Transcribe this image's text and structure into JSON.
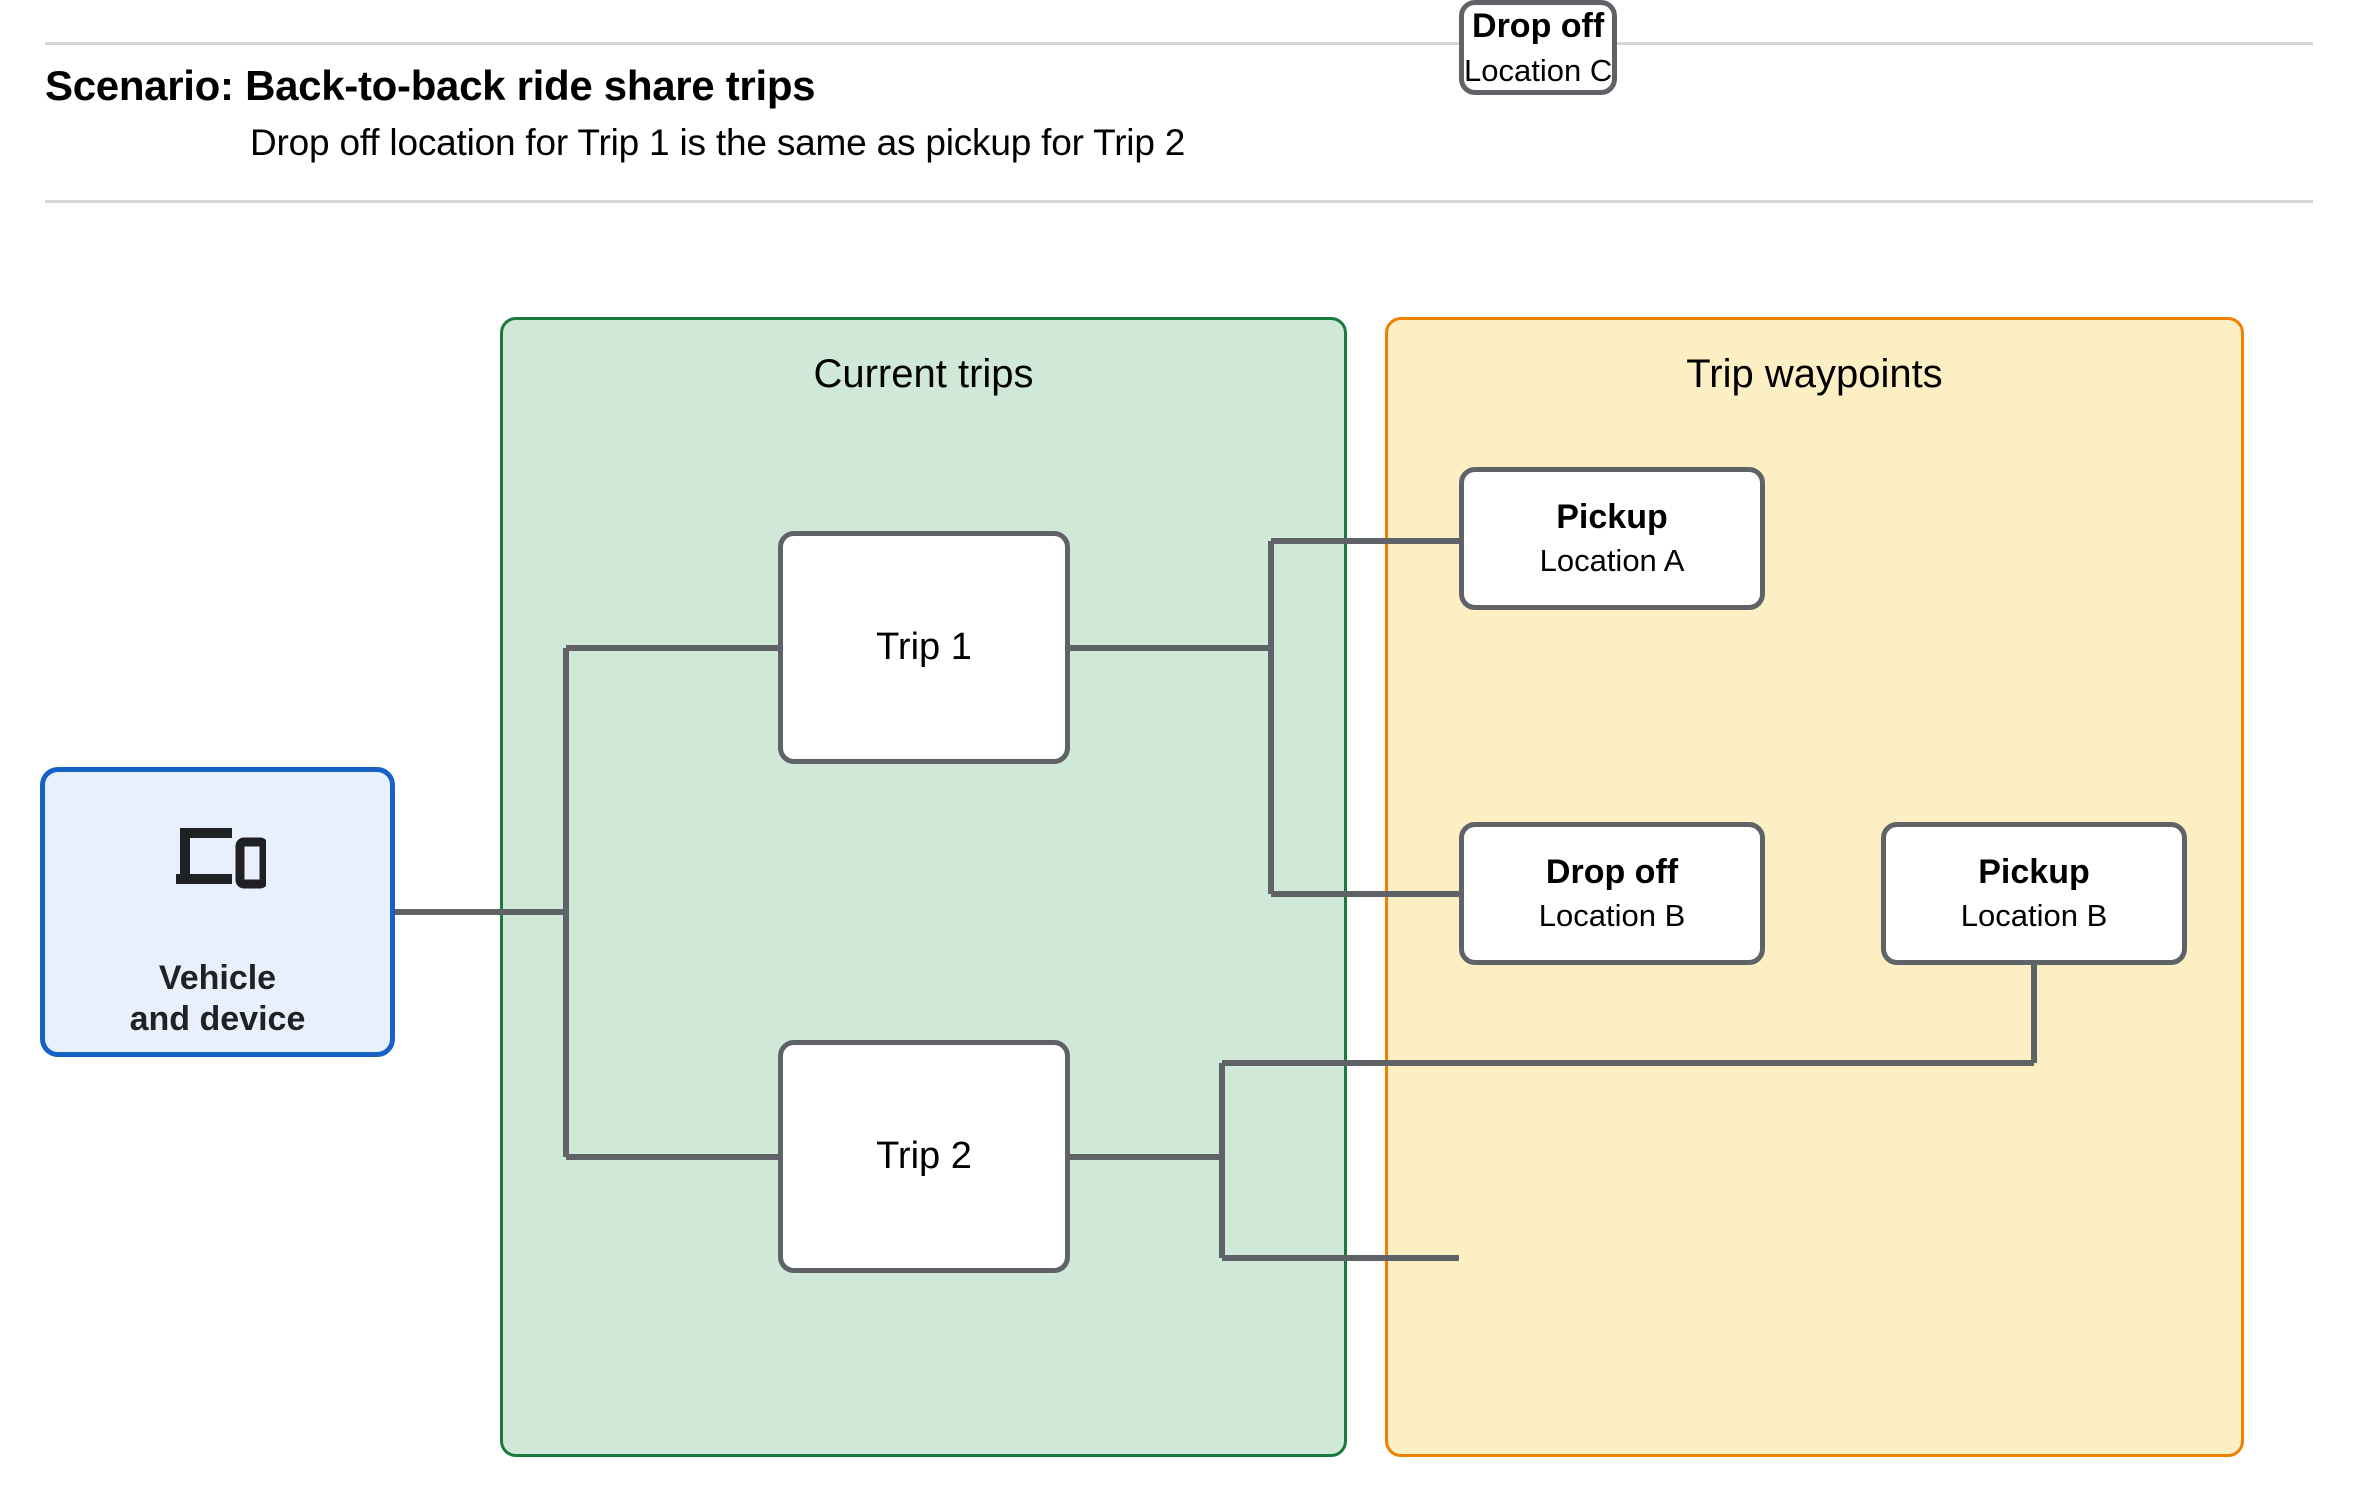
{
  "header": {
    "title": "Scenario: Back-to-back ride share trips",
    "subtitle": "Drop off  location for Trip 1 is the same as pickup for Trip 2"
  },
  "groups": {
    "current_trips": {
      "title": "Current trips",
      "fill": "#cfe8d7",
      "border": "#1b7a3d"
    },
    "trip_waypoints": {
      "title": "Trip waypoints",
      "fill": "#fcefc3",
      "border": "#ef8100"
    }
  },
  "nodes": {
    "vehicle": {
      "label": "Vehicle\nand device",
      "icon": "devices-icon",
      "fill": "#e8f0fe",
      "border": "#1661c3"
    },
    "trips": [
      {
        "label": "Trip 1"
      },
      {
        "label": "Trip 2"
      }
    ],
    "waypoints": [
      {
        "kind": "Pickup",
        "location": "Location A"
      },
      {
        "kind": "Drop off",
        "location": "Location B"
      },
      {
        "kind": "Pickup",
        "location": "Location B"
      },
      {
        "kind": "Drop off",
        "location": "Location C"
      }
    ]
  },
  "colors": {
    "connector": "#5f6368",
    "node_border": "#5f6368",
    "node_fill": "#ffffff",
    "rule": "#d6d6d6",
    "text": "#000000"
  }
}
